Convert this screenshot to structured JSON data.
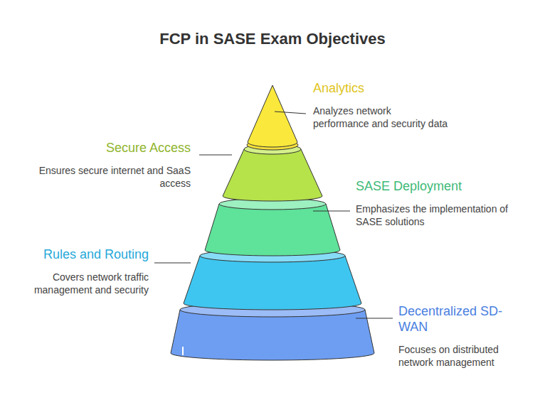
{
  "diagram": {
    "title": "FCP in SASE Exam Objectives",
    "nodes": [
      {
        "text": [
          "Analytics",
          "Analyzes network performance and security data"
        ]
      },
      {
        "text": [
          "Secure Access",
          "Ensures secure internet and SaaS access"
        ]
      },
      {
        "text": [
          "SASE Deployment",
          "Emphasizes the implementation of SASE solutions"
        ]
      },
      {
        "text": [
          "Rules and Routing",
          "Covers network traffic management and security"
        ]
      },
      {
        "text": [
          "Decentralized SD-WAN",
          "Focuses on distributed network management"
        ]
      }
    ]
  }
}
